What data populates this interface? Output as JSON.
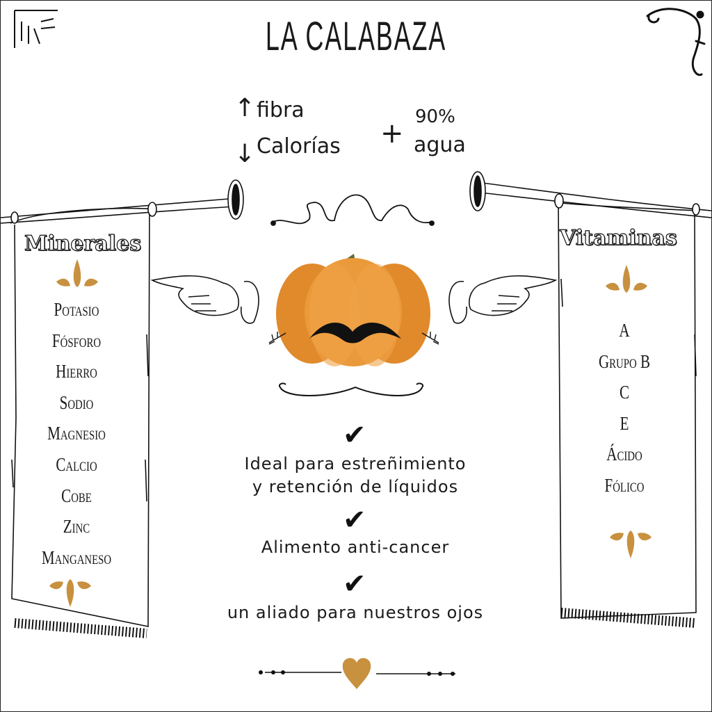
{
  "title": "LA CALABAZA",
  "nutrition": {
    "up_label": "fibra",
    "down_label": "Calorías",
    "plus": "+",
    "water_percent": "90%",
    "water_label": "agua",
    "up_arrow_icon": "arrow-up-icon",
    "down_arrow_icon": "arrow-down-icon"
  },
  "minerals": {
    "heading": "Minerales",
    "items": [
      "Potasio",
      "Fósforo",
      "Hierro",
      "Sodio",
      "Magnesio",
      "Calcio",
      "Cobe",
      "Zinc",
      "Manganeso"
    ]
  },
  "vitamins": {
    "heading": "Vitaminas",
    "items": [
      "A",
      "Grupo B",
      "C",
      "E",
      "Ácido",
      "Fólico"
    ]
  },
  "benefits": {
    "check_icon": "check-mark-icon",
    "items": [
      {
        "line1": "Ideal para estreñimiento",
        "line2": "y retención de líquidos"
      },
      {
        "line1": "Alimento anti-cancer",
        "line2": ""
      },
      {
        "line1": "un aliado para nuestros ojos",
        "line2": ""
      }
    ]
  },
  "colors": {
    "accent": "#c8913f",
    "pumpkin": "#e08a2c",
    "ink": "#1a1a1a"
  }
}
